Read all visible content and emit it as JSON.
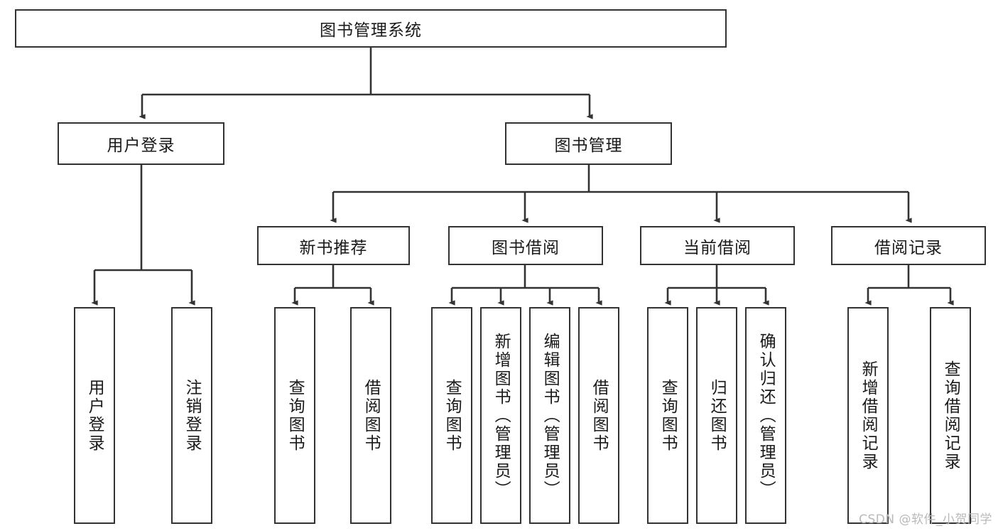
{
  "diagram": {
    "title": "图书管理系统",
    "type": "tree",
    "watermark": "CSDN @软件_小贺同学",
    "line_color": "#333333",
    "box_border_color": "#333333",
    "box_fill_color": "#ffffff",
    "text_color": "#1a1a1a",
    "background": "#ffffff"
  },
  "nodes": {
    "root": {
      "label": "图书管理系统",
      "orientation": "horizontal"
    },
    "level2": [
      {
        "label": "用户登录",
        "orientation": "horizontal"
      },
      {
        "label": "图书管理",
        "orientation": "horizontal"
      }
    ],
    "level3": [
      {
        "label": "新书推荐",
        "orientation": "horizontal"
      },
      {
        "label": "图书借阅",
        "orientation": "horizontal"
      },
      {
        "label": "当前借阅",
        "orientation": "horizontal"
      },
      {
        "label": "借阅记录",
        "orientation": "horizontal"
      }
    ],
    "leaves": {
      "user_login": [
        {
          "label": "用户登录",
          "orientation": "vertical"
        },
        {
          "label": "注销登录",
          "orientation": "vertical"
        }
      ],
      "new_book_recommend": [
        {
          "label": "查询图书",
          "orientation": "vertical"
        },
        {
          "label": "借阅图书",
          "orientation": "vertical"
        }
      ],
      "book_borrow": [
        {
          "label": "查询图书",
          "orientation": "vertical"
        },
        {
          "label": "新增图书（管理员）",
          "orientation": "vertical"
        },
        {
          "label": "编辑图书（管理员）",
          "orientation": "vertical"
        },
        {
          "label": "借阅图书",
          "orientation": "vertical"
        }
      ],
      "current_borrow": [
        {
          "label": "查询图书",
          "orientation": "vertical"
        },
        {
          "label": "归还图书",
          "orientation": "vertical"
        },
        {
          "label": "确认归还（管理员）",
          "orientation": "vertical"
        }
      ],
      "borrow_record": [
        {
          "label": "新增借阅记录",
          "orientation": "vertical"
        },
        {
          "label": "查询借阅记录",
          "orientation": "vertical"
        }
      ]
    }
  }
}
